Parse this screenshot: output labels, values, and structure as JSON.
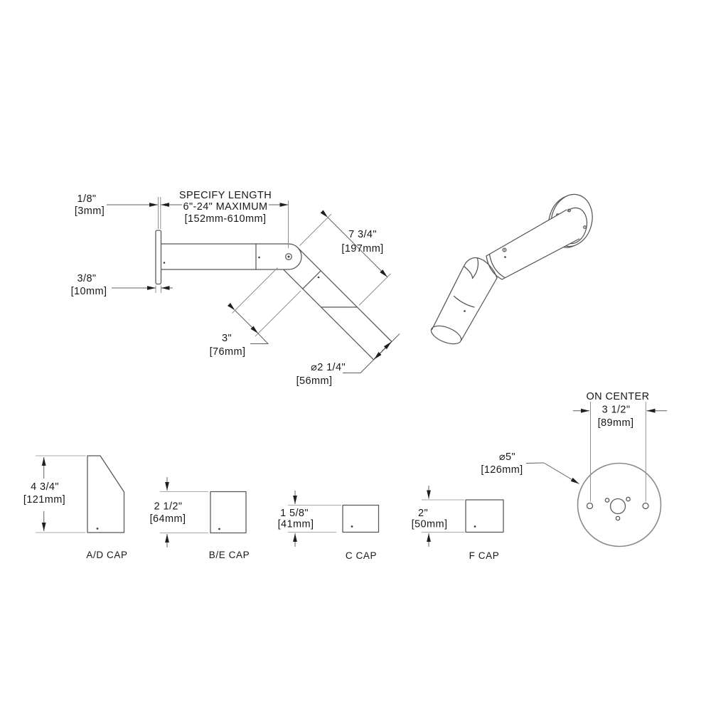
{
  "side_view": {
    "dim_plate_gap": {
      "in": "1/8\"",
      "mm": "[3mm]"
    },
    "dim_plate_thickness": {
      "in": "3/8\"",
      "mm": "[10mm]"
    },
    "dim_length": {
      "l1": "SPECIFY LENGTH",
      "l2": "6\"-24\" MAXIMUM",
      "l3": "[152mm-610mm]"
    },
    "dim_arm_length": {
      "in": "7 3/4\"",
      "mm": "[197mm]"
    },
    "dim_joint_length": {
      "in": "3\"",
      "mm": "[76mm]"
    },
    "dim_tube_diameter": {
      "in": "⌀2 1/4\"",
      "mm": "[56mm]"
    }
  },
  "caps": [
    {
      "label": "A/D CAP",
      "in": "4 3/4\"",
      "mm": "[121mm]"
    },
    {
      "label": "B/E CAP",
      "in": "2 1/2\"",
      "mm": "[64mm]"
    },
    {
      "label": "C CAP",
      "in": "1 5/8\"",
      "mm": "[41mm]"
    },
    {
      "label": "F CAP",
      "in": "2\"",
      "mm": "[50mm]"
    }
  ],
  "plate_view": {
    "on_center_label": "ON CENTER",
    "dim_hole_spacing": {
      "in": "3 1/2\"",
      "mm": "[89mm]"
    },
    "dim_plate_diameter": {
      "in": "⌀5\"",
      "mm": "[126mm]"
    }
  },
  "colors": {
    "background": "#ffffff",
    "model_line": "#565656",
    "dimension_line": "#5f5f5f",
    "extension_line": "#8f8f8f",
    "text": "#181818"
  }
}
